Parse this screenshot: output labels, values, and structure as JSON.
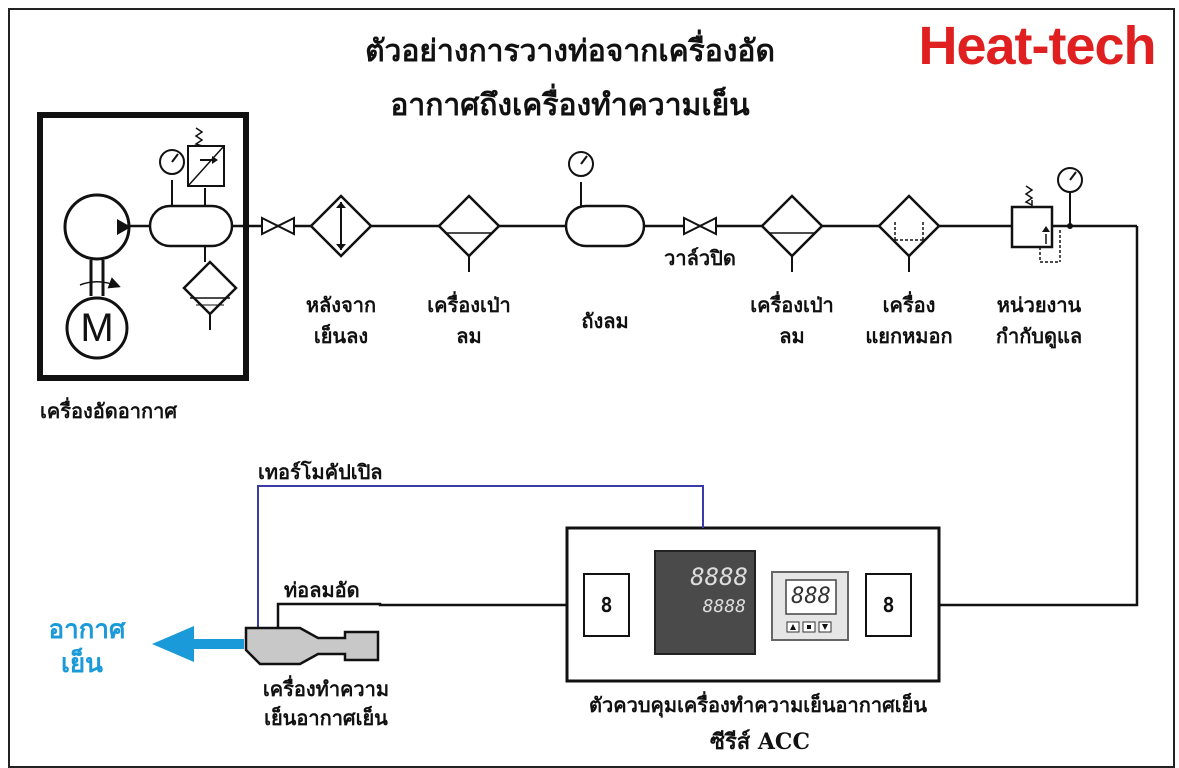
{
  "brand": "Heat-tech",
  "title": {
    "line1": "ตัวอย่างการวางท่อจากเครื่องอัด",
    "line2": "อากาศถึงเครื่องทำความเย็น"
  },
  "components": {
    "compressor": "เครื่องอัดอากาศ",
    "motor_letter": "M",
    "aftercooler": [
      "หลังจาก",
      "เย็นลง"
    ],
    "dryer_1": [
      "เครื่องเป่า",
      "ลม"
    ],
    "tank": "ถังลม",
    "valve": "วาล์วปิด",
    "dryer_2": [
      "เครื่องเป่า",
      "ลม"
    ],
    "mist_separator": [
      "เครื่อง",
      "แยกหมอก"
    ],
    "regulator": [
      "หน่วยงาน",
      "กำกับดูแล"
    ],
    "thermocouple": "เทอร์โมคัปเปิล",
    "air_hose": "ท่อลมอัด",
    "cooler": [
      "เครื่องทำความ",
      "เย็นอากาศเย็น"
    ],
    "cold_air": [
      "อากาศ",
      "เย็น"
    ]
  },
  "controller": {
    "caption": "ตัวควบคุมเครื่องทำความเย็นอากาศเย็น",
    "series": "ซีรีส์ ACC",
    "display_top": "8888",
    "display_bottom": "8888",
    "display_small": "888",
    "switch_left": "8",
    "switch_right": "8"
  },
  "colors": {
    "brand": "#e02020",
    "cold_air": "#1a9ad8",
    "thermocouple_wire": "#3a3aa8",
    "line": "#111111"
  }
}
